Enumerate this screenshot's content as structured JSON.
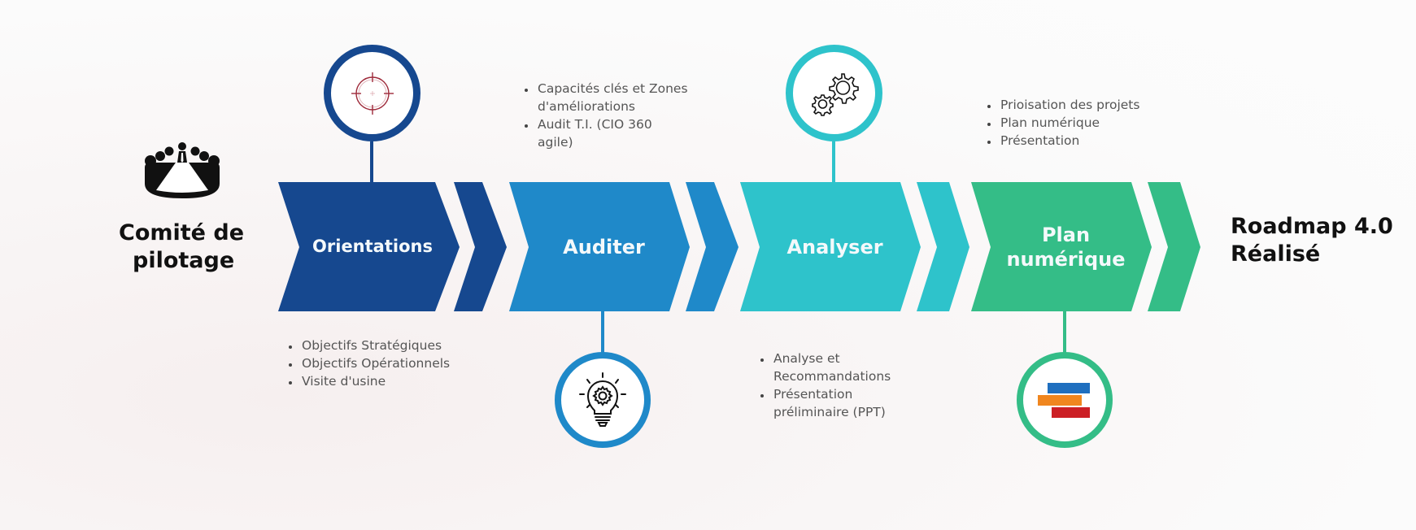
{
  "start": {
    "icon": "meeting-table-icon",
    "title_line1": "Comité de",
    "title_line2": "pilotage"
  },
  "end": {
    "title_line1": "Roadmap 4.0",
    "title_line2": "Réalisé"
  },
  "steps": [
    {
      "label": "Orientations",
      "color": "#16488f",
      "icon": "crosshair-target-icon",
      "icon_position": "top",
      "bullets_position": "bottom",
      "bullets": [
        "Objectifs Stratégiques",
        "Objectifs Opérationnels",
        "Visite d'usine"
      ]
    },
    {
      "label": "Auditer",
      "color": "#1f89c9",
      "icon": "lightbulb-gear-icon",
      "icon_position": "bottom",
      "bullets_position": "top",
      "bullets": [
        "Capacités clés et Zones d'améliorations",
        "Audit T.I. (CIO 360 agile)"
      ]
    },
    {
      "label": "Analyser",
      "color": "#2ec3cb",
      "icon": "gears-icon",
      "icon_position": "top",
      "bullets_position": "bottom",
      "bullets": [
        "Analyse et Recommandations",
        "Présentation préliminaire (PPT)"
      ]
    },
    {
      "label_line1": "Plan",
      "label_line2": "numérique",
      "color": "#34bd87",
      "icon": "gantt-bars-icon",
      "icon_position": "bottom",
      "bullets_position": "top",
      "bullets": [
        "Prioisation des projets",
        "Plan numérique",
        "Présentation"
      ]
    }
  ],
  "gantt_colors": [
    "#1f6fbf",
    "#f0861f",
    "#cc1f25"
  ]
}
